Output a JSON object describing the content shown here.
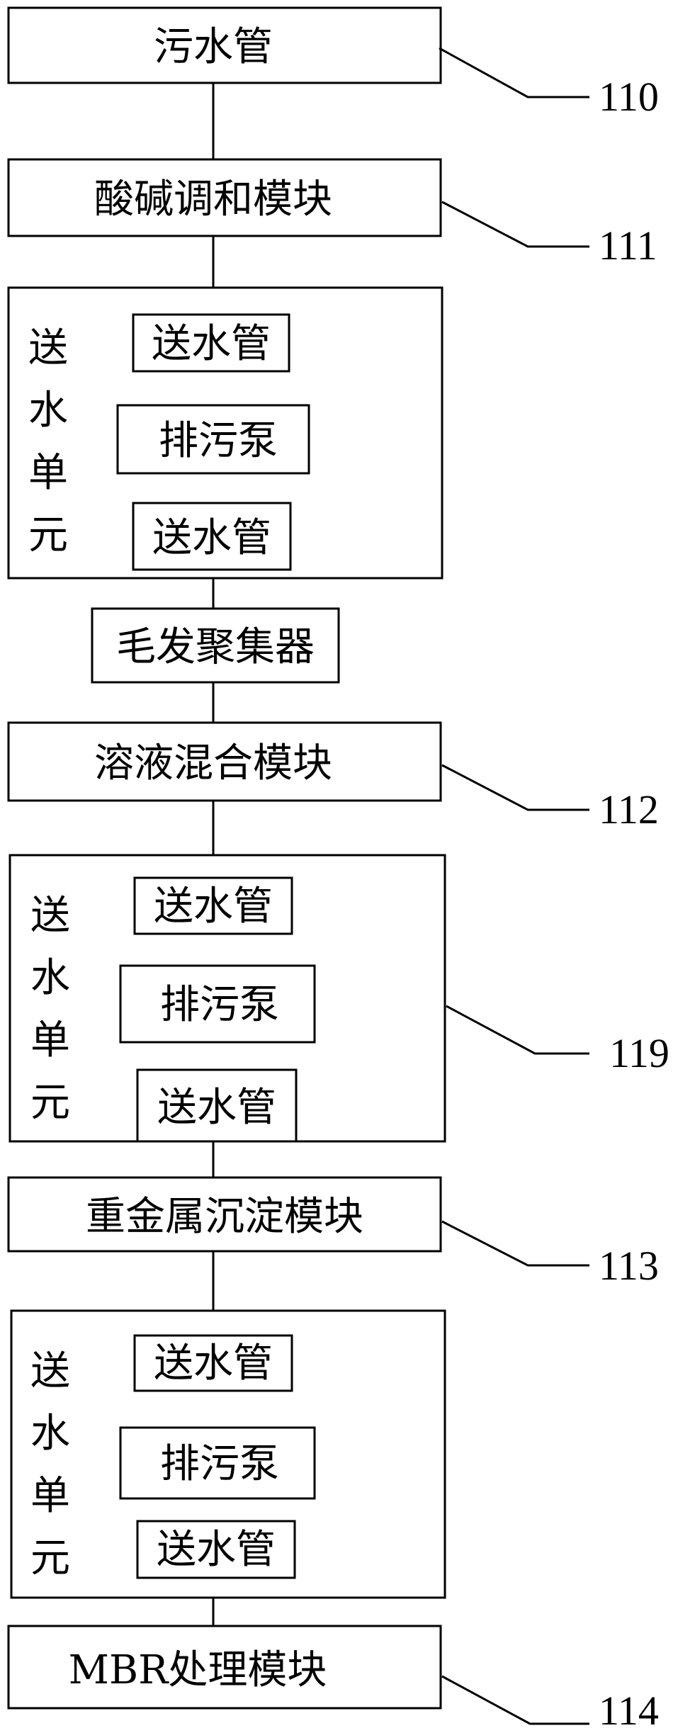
{
  "modules": {
    "sewage_pipe": "污水管",
    "acid_base": "酸碱调和模块",
    "hair_collector": "毛发聚集器",
    "solution_mix": "溶液混合模块",
    "heavy_metal": "重金属沉淀模块",
    "mbr": "MBR处理模块"
  },
  "units": [
    {
      "side_label": [
        "送",
        "水",
        "单",
        "元"
      ],
      "top": "送水管",
      "middle": "排污泵",
      "bottom": "送水管"
    },
    {
      "side_label": [
        "送",
        "水",
        "单",
        "元"
      ],
      "top": "送水管",
      "middle": "排污泵",
      "bottom": "送水管"
    },
    {
      "side_label": [
        "送",
        "水",
        "单",
        "元"
      ],
      "top": "送水管",
      "middle": "排污泵",
      "bottom": "送水管"
    }
  ],
  "callouts": [
    "110",
    "111",
    "112",
    "119",
    "113",
    "114"
  ]
}
